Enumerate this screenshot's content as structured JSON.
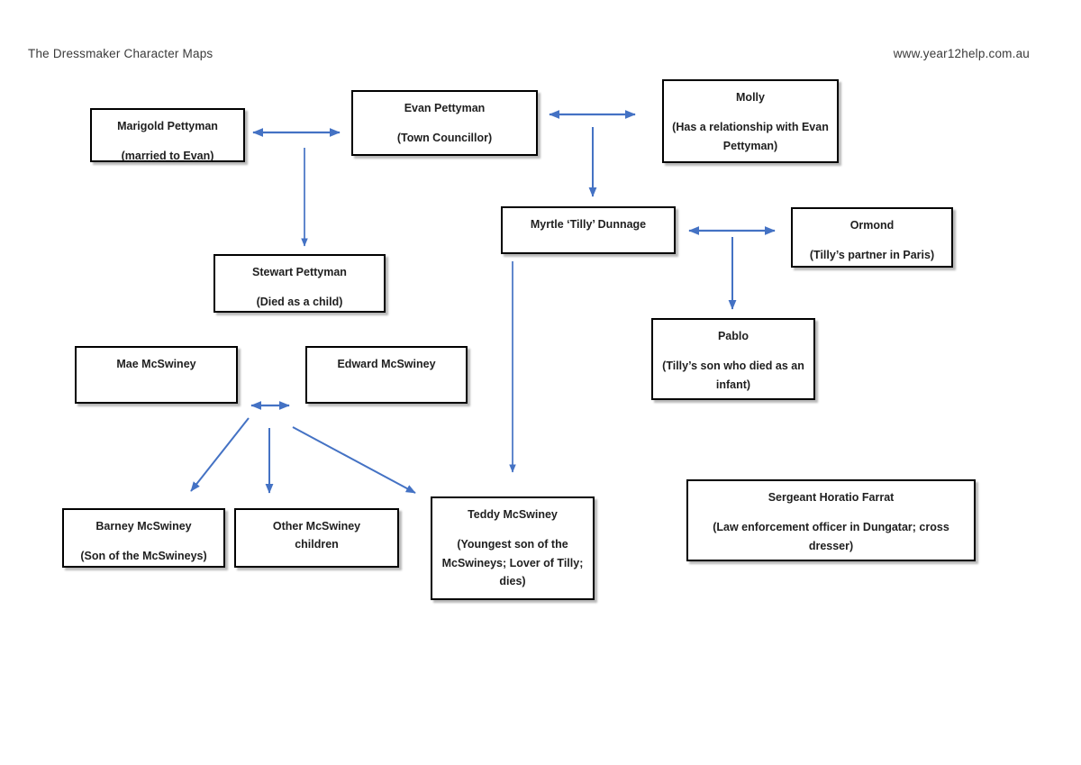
{
  "page": {
    "title": "The Dressmaker Character Maps",
    "website": "www.year12help.com.au"
  },
  "colors": {
    "arrow": "#4472C4",
    "box_border": "#000000",
    "box_background": "#ffffff",
    "text": "#1f1f1f"
  },
  "characters": [
    {
      "id": "marigold",
      "name": "Marigold Pettyman",
      "description": "(married to Evan)"
    },
    {
      "id": "evan",
      "name": "Evan Pettyman",
      "description": "(Town Councillor)"
    },
    {
      "id": "molly",
      "name": "Molly",
      "description": "(Has a relationship with Evan Pettyman)"
    },
    {
      "id": "myrtle",
      "name": "Myrtle ‘Tilly’ Dunnage",
      "description": ""
    },
    {
      "id": "ormond",
      "name": "Ormond",
      "description": "(Tilly’s partner in Paris)"
    },
    {
      "id": "stewart",
      "name": "Stewart Pettyman",
      "description": "(Died as a child)"
    },
    {
      "id": "pablo",
      "name": "Pablo",
      "description": "(Tilly’s son who died as an infant)"
    },
    {
      "id": "mae",
      "name": "Mae McSwiney",
      "description": ""
    },
    {
      "id": "edward",
      "name": "Edward McSwiney",
      "description": ""
    },
    {
      "id": "barney",
      "name": "Barney McSwiney",
      "description": "(Son of the McSwineys)"
    },
    {
      "id": "other",
      "name": "Other McSwiney children",
      "description": ""
    },
    {
      "id": "teddy",
      "name": "Teddy McSwiney",
      "description": "(Youngest son of the McSwineys; Lover of Tilly; dies)"
    },
    {
      "id": "farrat",
      "name": "Sergeant Horatio Farrat",
      "description": "(Law enforcement officer in Dungatar; cross dresser)"
    }
  ],
  "relationships": [
    {
      "from": "Marigold Pettyman",
      "to": "Evan Pettyman",
      "type": "double-arrow"
    },
    {
      "from": "Evan Pettyman",
      "to": "Molly",
      "type": "double-arrow"
    },
    {
      "from": "Evan Pettyman + Molly",
      "to": "Myrtle ‘Tilly’ Dunnage",
      "type": "down-arrow"
    },
    {
      "from": "Marigold Pettyman + Evan Pettyman",
      "to": "Stewart Pettyman",
      "type": "down-arrow"
    },
    {
      "from": "Myrtle ‘Tilly’ Dunnage",
      "to": "Ormond",
      "type": "double-arrow"
    },
    {
      "from": "Myrtle ‘Tilly’ Dunnage + Ormond",
      "to": "Pablo",
      "type": "down-arrow"
    },
    {
      "from": "Myrtle ‘Tilly’ Dunnage",
      "to": "Teddy McSwiney",
      "type": "down-arrow"
    },
    {
      "from": "Mae McSwiney",
      "to": "Edward McSwiney",
      "type": "double-arrow"
    },
    {
      "from": "Mae McSwiney + Edward McSwiney",
      "to": "Barney McSwiney",
      "type": "down-arrow"
    },
    {
      "from": "Mae McSwiney + Edward McSwiney",
      "to": "Other McSwiney children",
      "type": "down-arrow"
    },
    {
      "from": "Mae McSwiney + Edward McSwiney",
      "to": "Teddy McSwiney",
      "type": "down-arrow"
    }
  ]
}
